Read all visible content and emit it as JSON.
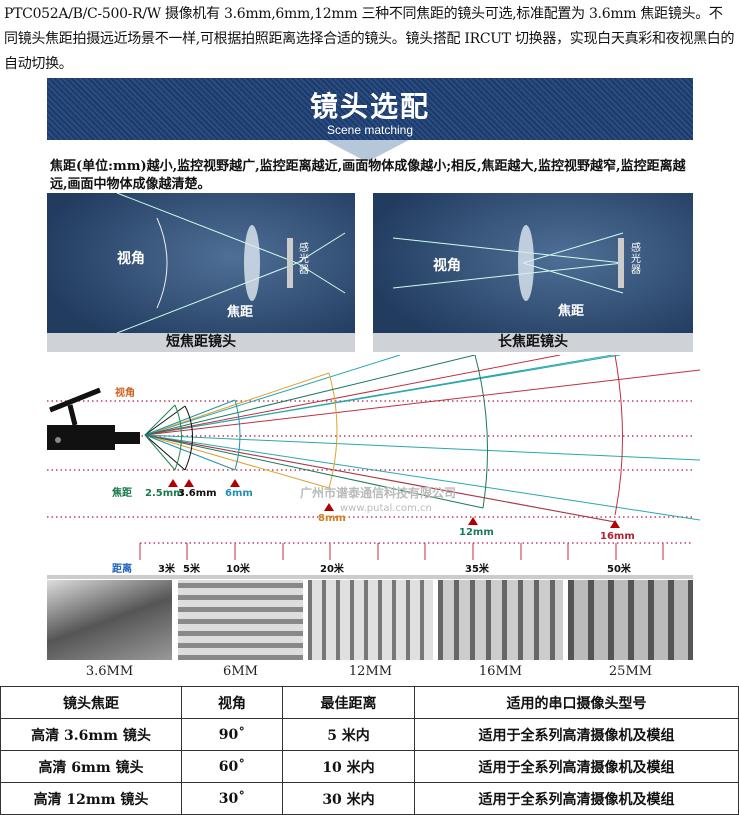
{
  "intro": "PTC052A/B/C-500-R/W 摄像机有 3.6mm,6mm,12mm 三种不同焦距的镜头可选,标准配置为 3.6mm 焦距镜头。不同镜头焦距拍摄远近场景不一样,可根据拍照距离选择合适的镜头。镜头搭配 IRCUT 切换器，实现白天真彩和夜视黑白的自动切换。",
  "banner": {
    "title": "镜头选配",
    "subtitle": "Scene matching"
  },
  "caption": "焦距(单位:mm)越小,监控视野越广,监控距离越近,画面物体成像越小;相反,焦距越大,监控视野越窄,监控距离越远,画面中物体成像越清楚。",
  "panels": [
    {
      "label": "短焦距镜头",
      "angle": "视角",
      "focal": "焦距",
      "sensor": "感光器"
    },
    {
      "label": "长焦距镜头",
      "angle": "视角",
      "focal": "焦距",
      "sensor": "感光器"
    }
  ],
  "diagram": {
    "angle_label": "视角",
    "focal_label": "焦距",
    "distance_label": "距离",
    "focals": [
      "2.5mm",
      "3.6mm",
      "6mm",
      "8mm",
      "12mm",
      "16mm"
    ],
    "distances": [
      "3米",
      "5米",
      "10米",
      "20米",
      "35米",
      "50米"
    ],
    "watermark": "广州市谱泰通信科技有限公司",
    "watermark_url": "www.putal.com.cn"
  },
  "photos": [
    "3.6MM",
    "6MM",
    "12MM",
    "16MM",
    "25MM"
  ],
  "table": {
    "headers": [
      "镜头焦距",
      "视角",
      "最佳距离",
      "适用的串口摄像头型号"
    ],
    "rows": [
      [
        "高清 3.6mm 镜头",
        "90˚",
        "5 米内",
        "适用于全系列高清摄像机及模组"
      ],
      [
        "高清 6mm 镜头",
        "60˚",
        "10 米内",
        "适用于全系列高清摄像机及模组"
      ],
      [
        "高清 12mm 镜头",
        "30˚",
        "30 米内",
        "适用于全系列高清摄像机及模组"
      ]
    ]
  },
  "colors": {
    "banner": "#1d3b6a",
    "marker": "#b00000"
  }
}
